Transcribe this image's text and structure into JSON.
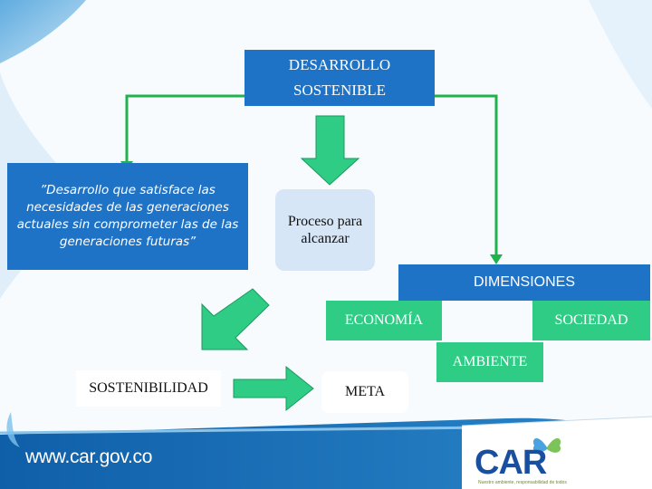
{
  "nodes": {
    "desarrollo": "DESARROLLO\nSOSTENIBLE",
    "definicion": "”Desarrollo que satisface las necesidades de las generaciones actuales sin comprometer las de las generaciones futuras”",
    "proceso": "Proceso para alcanzar",
    "dimensiones": "DIMENSIONES",
    "economia": "ECONOMÍA",
    "sociedad": "SOCIEDAD",
    "ambiente": "AMBIENTE",
    "meta": "META",
    "sostenibilidad": "SOSTENIBILIDAD"
  },
  "footer": {
    "url": "www.car.gov.co",
    "logo": "CAR",
    "tagline": "Nuestro ambiente, responsabilidad de todos"
  },
  "colors": {
    "primary_blue": "#1e73c7",
    "accent_green": "#2fcc86",
    "connector_green": "#22b24c",
    "light_box": "#d6e6f7"
  },
  "icons": [
    "water-drop-icon",
    "butterfly-icon"
  ]
}
